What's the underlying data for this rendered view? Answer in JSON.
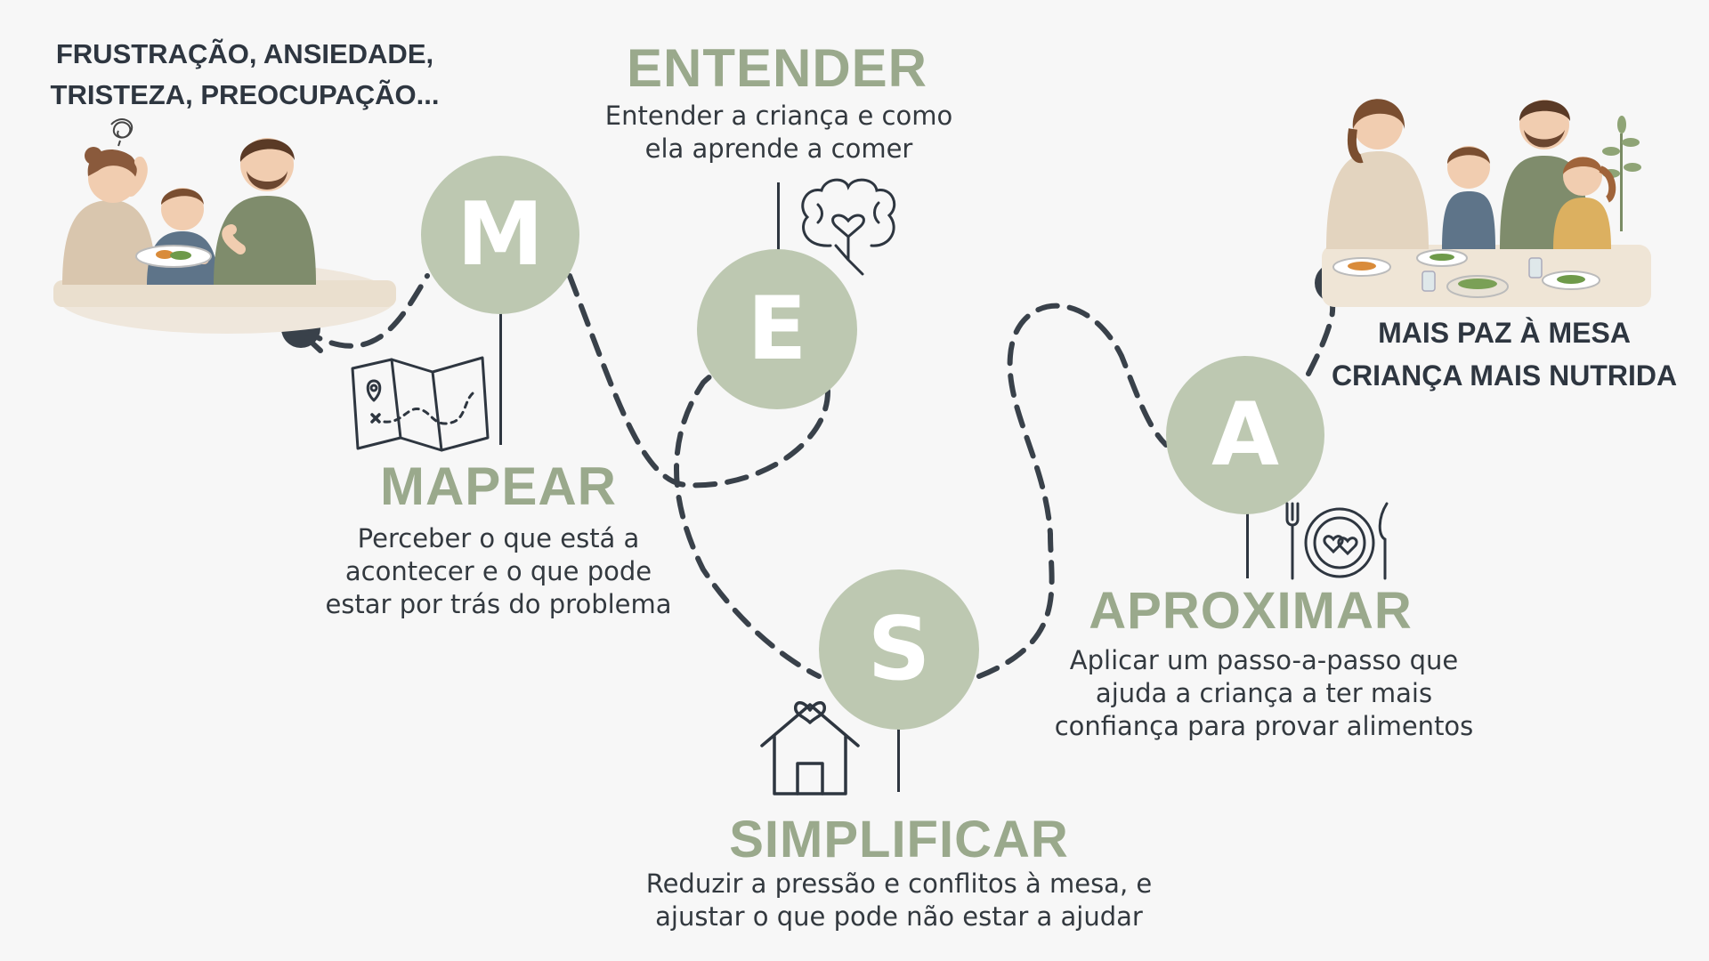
{
  "problem_text": {
    "line1": "FRUSTRAÇÃO, ANSIEDADE,",
    "line2": "TRISTEZA, PREOCUPAÇÃO..."
  },
  "result_text": {
    "line1": "MAIS PAZ À MESA",
    "line2": "CRIANÇA MAIS NUTRIDA"
  },
  "steps": [
    {
      "letter": "M",
      "title": "MAPEAR",
      "desc_lines": [
        "Perceber o que está a",
        "acontecer e o que pode",
        "estar por trás do problema"
      ],
      "icon": "map-icon"
    },
    {
      "letter": "E",
      "title": "ENTENDER",
      "desc_lines": [
        "Entender a criança e como",
        "ela aprende a comer"
      ],
      "icon": "brain-heart-icon"
    },
    {
      "letter": "S",
      "title": "SIMPLIFICAR",
      "desc_lines": [
        "Reduzir a pressão e conflitos à mesa, e",
        "ajustar o que pode não estar a ajudar"
      ],
      "icon": "house-heart-icon"
    },
    {
      "letter": "A",
      "title": "APROXIMAR",
      "desc_lines": [
        "Aplicar um passo-a-passo que",
        "ajuda a criança a ter mais",
        "confiança para provar alimentos"
      ],
      "icon": "plate-cutlery-icon"
    }
  ],
  "colors": {
    "circle_fill": "#bdc8b1",
    "title_green": "#9aa98c",
    "ink": "#2e3640",
    "background": "#f7f7f7"
  }
}
